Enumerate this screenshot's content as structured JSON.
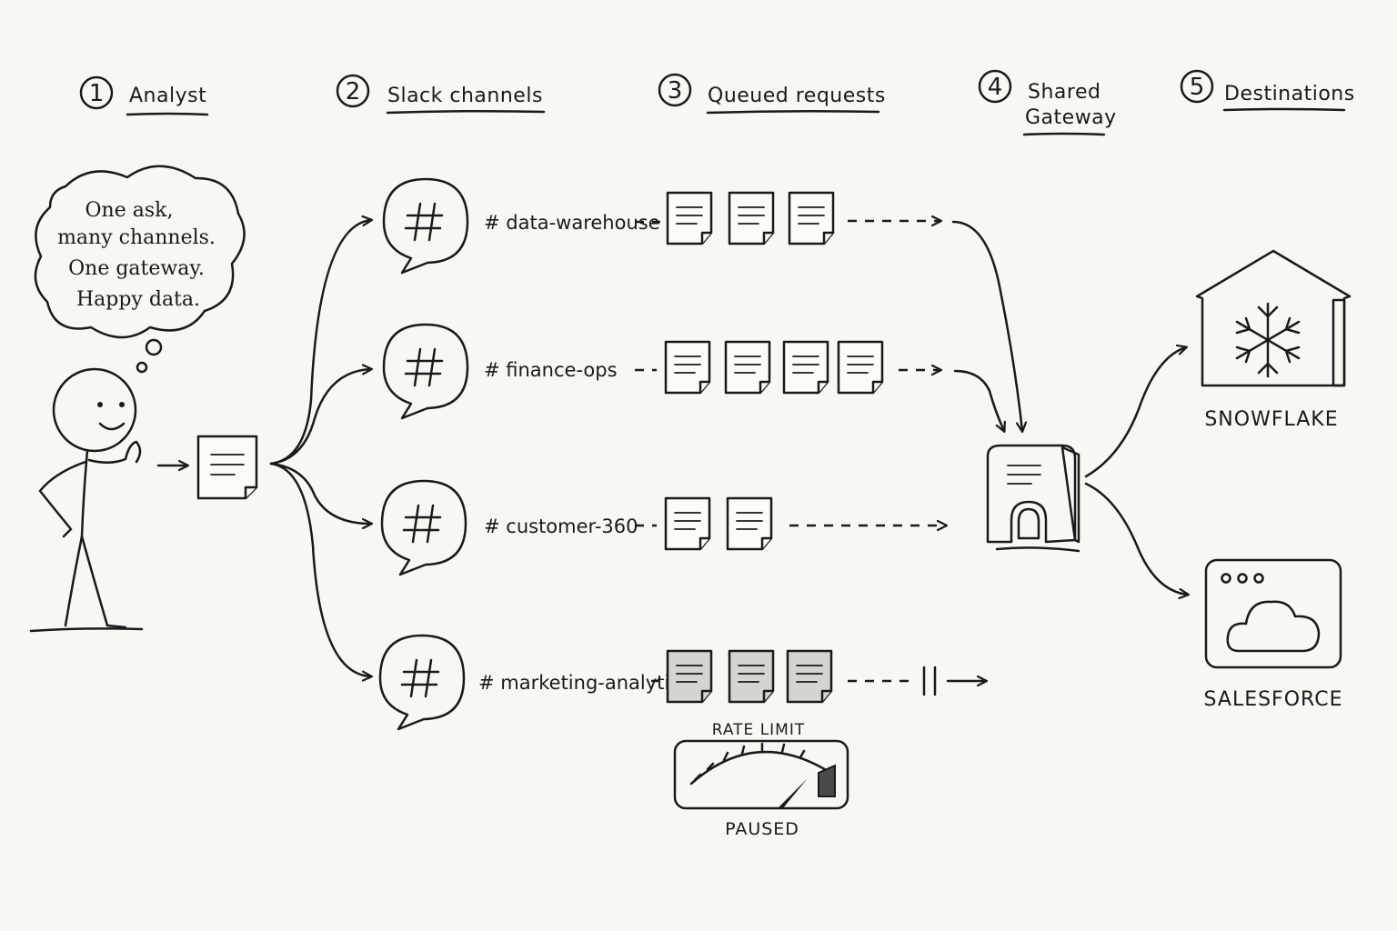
{
  "steps": [
    {
      "num": "1",
      "label": "Analyst"
    },
    {
      "num": "2",
      "label": "Slack channels"
    },
    {
      "num": "3",
      "label": "Queued requests"
    },
    {
      "num": "4",
      "label_line1": "Shared",
      "label_line2": "Gateway"
    },
    {
      "num": "5",
      "label": "Destinations"
    }
  ],
  "thought_bubble": {
    "lines": [
      "One ask,",
      "many channels.",
      "One gateway.",
      "Happy data."
    ]
  },
  "channels": [
    {
      "name": "# data-warehouse",
      "queued": 3,
      "shade": "#d8d8d4",
      "state": "flowing"
    },
    {
      "name": "# finance-ops",
      "queued": 4,
      "shade": "#b4b4b0",
      "state": "flowing"
    },
    {
      "name": "# customer-360",
      "queued": 2,
      "shade": "#7c7c78",
      "state": "flowing"
    },
    {
      "name": "# marketing-analytics",
      "queued": 3,
      "shade": "#4a4a48",
      "state": "paused"
    }
  ],
  "rate_limit": {
    "title": "RATE LIMIT",
    "status": "PAUSED"
  },
  "destinations": [
    {
      "name": "SNOWFLAKE",
      "icon": "snowflake-warehouse-icon"
    },
    {
      "name": "SALESFORCE",
      "icon": "cloud-window-icon"
    }
  ],
  "colors": {
    "ink": "#1a1a1a",
    "paper": "#f7f7f4"
  }
}
